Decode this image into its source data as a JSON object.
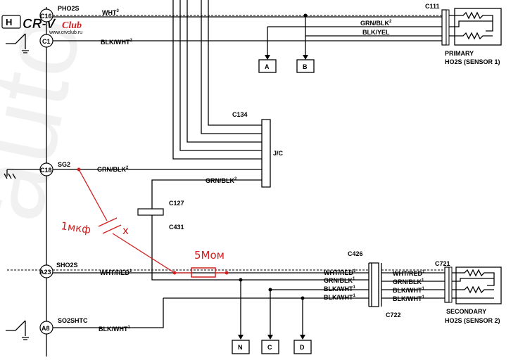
{
  "logo": {
    "brand_text": "CR-V",
    "club_text": "Club",
    "site_text": "www.crvclub.ru"
  },
  "watermark": "auto",
  "ecm_pins": {
    "c16": "C16",
    "c1": "C1",
    "c18": "C18",
    "a23": "A23",
    "a8": "A8"
  },
  "signals": {
    "pho2s": "PHO2S",
    "sg2": "SG2",
    "sho2s": "SHO2S",
    "so2shtc": "SO2SHTC"
  },
  "wires": {
    "wht": "WHT",
    "blk_wht_top": "BLK/WHT",
    "grn_blk_top": "GRN/BLK",
    "blk_yel": "BLK/YEL",
    "grn_blk_sg2": "GRN/BLK",
    "grn_blk_jc": "GRN/BLK",
    "wht_red_left": "WHT/RED",
    "wht_red_mid": "WHT/RED",
    "grn_blk_mid": "GRN/BLK",
    "blk_wht_mid1": "BLK/WHT",
    "blk_wht_mid2": "BLK/WHT",
    "wht_red_right": "WHT/RED",
    "grn_blk_right": "GRN/BLK",
    "blk_wht_right1": "BLK/WHT",
    "blk_wht_right2": "BLK/WHT",
    "blk_wht_a8": "BLK/WHT"
  },
  "superscripts": {
    "wht": "3",
    "blk_wht_top": "2",
    "grn_blk_top": "2",
    "grn_blk_sg2": "2",
    "grn_blk_jc": "2",
    "wht_red_left": "1",
    "wht_red_mid": "1",
    "grn_blk_mid": "1",
    "blk_wht_mid1": "1",
    "blk_wht_mid2": "1",
    "wht_red_right": "1",
    "grn_blk_right": "1",
    "blk_wht_right1": "1",
    "blk_wht_right2": "1",
    "blk_wht_a8": "1"
  },
  "connectors": {
    "c111": "C111",
    "c134": "C134",
    "jc": "J/C",
    "c127": "C127",
    "c431": "C431",
    "c426": "C426",
    "c722": "C722",
    "c721": "C721"
  },
  "sensors": {
    "primary_line1": "PRIMARY",
    "primary_line2": "HO2S (SENSOR 1)",
    "secondary_line1": "SECONDARY",
    "secondary_line2": "HO2S (SENSOR 2)"
  },
  "refs": {
    "a": "A",
    "b": "B",
    "n": "N",
    "c": "C",
    "d": "D"
  },
  "annotations": {
    "capacitor": "1мкф",
    "cross": "x",
    "resistor": "5Мом"
  },
  "colors": {
    "ink": "#000000",
    "annotation": "#d21f1f",
    "logo_accent": "#d21f1f"
  }
}
